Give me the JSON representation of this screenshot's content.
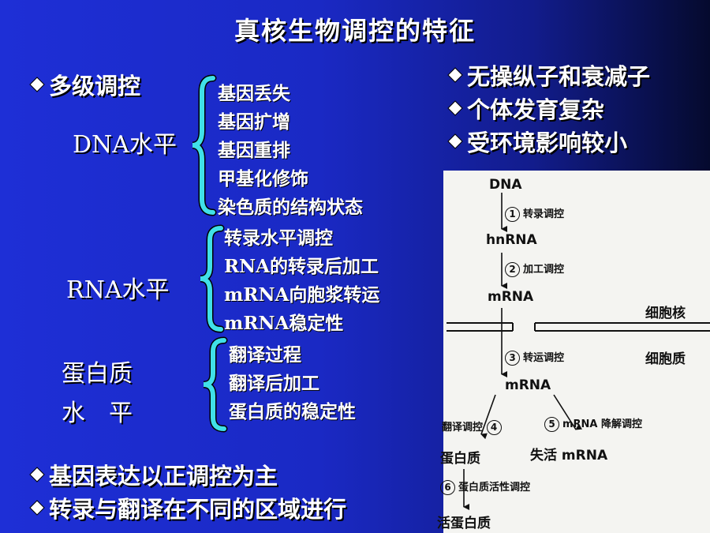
{
  "title": "真核生物调控的特征",
  "multi_level": "多级调控",
  "levels": [
    {
      "label": "DNA水平",
      "items": [
        "基因丢失",
        "基因扩增",
        "基因重排",
        "甲基化修饰",
        "染色质的结构状态"
      ]
    },
    {
      "label": "RNA水平",
      "items": [
        "转录水平调控",
        "RNA的转录后加工",
        "mRNA向胞浆转运",
        "mRNA稳定性"
      ]
    },
    {
      "label_line1": "蛋白质",
      "label_line2": "水　平",
      "items": [
        "翻译过程",
        "翻译后加工",
        "蛋白质的稳定性"
      ]
    }
  ],
  "right_bullets": [
    "无操纵子和衰减子",
    "个体发育复杂",
    "受环境影响较小"
  ],
  "bottom_bullets": [
    "基因表达以正调控为主",
    "转录与翻译在不同的区域进行"
  ],
  "diagram": {
    "dna": "DNA",
    "step1_num": "1",
    "step1": "转录调控",
    "hnrna": "hnRNA",
    "step2_num": "2",
    "step2": "加工调控",
    "mrna_nucleus": "mRNA",
    "nucleus": "细胞核",
    "step3_num": "3",
    "step3": "转运调控",
    "cytoplasm": "细胞质",
    "mrna_cytoplasm": "mRNA",
    "step4_label": "翻译调控",
    "step4_num": "4",
    "step5_num": "5",
    "step5": "mRNA 降解调控",
    "protein": "蛋白质",
    "inactive_mrna": "失活 mRNA",
    "step6_num": "6",
    "step6": "蛋白质活性调控",
    "active_protein": "活蛋白质"
  },
  "colors": {
    "diamond": "#ffffff",
    "brace": "#40e0e8",
    "background": "#1e2fd6"
  }
}
